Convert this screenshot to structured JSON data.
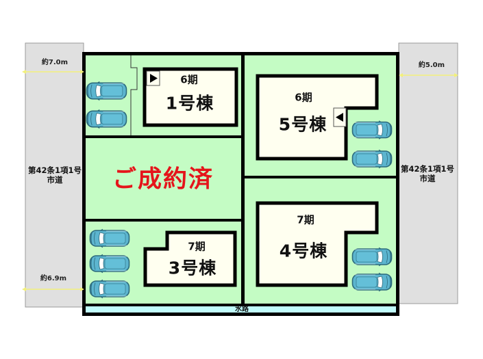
{
  "colors": {
    "road": "#e0e0e0",
    "road_border": "#9a9a9a",
    "lot_green": "#c4fcc4",
    "building_fill": "#fffff0",
    "border": "#000000",
    "waterway": "#c0fcfc",
    "sold_text": "#e5141b",
    "dimension_arrow": "#f2f07a",
    "car_body": "#5cb5cf",
    "car_outline": "#2c6a7c"
  },
  "roads": {
    "left": {
      "width_top": "約7.0m",
      "width_bottom": "約6.9m",
      "type_line1": "第42条1項1号",
      "type_line2": "市道"
    },
    "right": {
      "width_top": "約5.0m",
      "type_line1": "第42条1項1号",
      "type_line2": "市道"
    }
  },
  "lots": {
    "lot1": {
      "phase": "6期",
      "building": "1号棟",
      "entrance_icon": "triangle-right",
      "parking_spaces": 2
    },
    "sold": {
      "label": "ご成約済"
    },
    "lot3": {
      "phase": "7期",
      "building": "3号棟",
      "parking_spaces": 3
    },
    "lot5": {
      "phase": "6期",
      "building": "5号棟",
      "entrance_icon": "triangle-left",
      "parking_spaces": 2
    },
    "lot4": {
      "phase": "7期",
      "building": "4号棟",
      "parking_spaces": 2
    }
  },
  "waterway": {
    "label": "水路"
  }
}
